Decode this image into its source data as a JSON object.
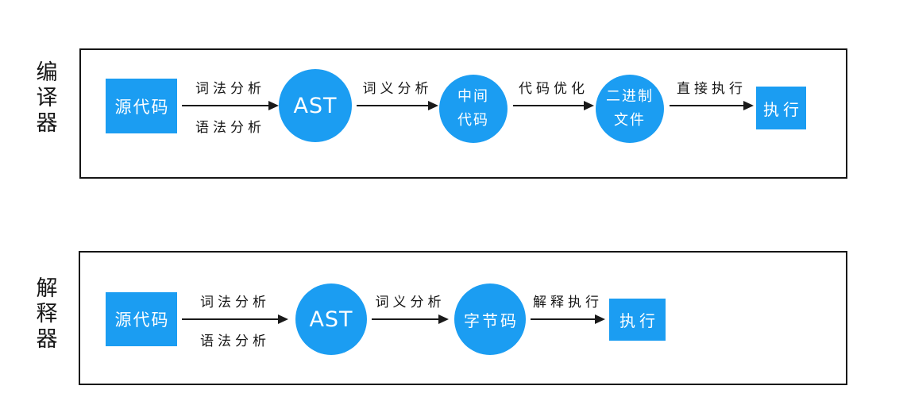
{
  "colors": {
    "node_fill": "#1b9df2",
    "node_text": "#ffffff",
    "line_and_text": "#1a1a1a",
    "background": "#ffffff"
  },
  "diagrams": {
    "compiler": {
      "side_label": "编译器",
      "source_node": "源代码",
      "ast_node": "AST",
      "intermediate_line1": "中间",
      "intermediate_line2": "代码",
      "binary_line1": "二进制",
      "binary_line2": "文件",
      "exec_node": "执行",
      "arrow1_top": "词法分析",
      "arrow1_bottom": "语法分析",
      "arrow2_label": "词义分析",
      "arrow3_label": "代码优化",
      "arrow4_label": "直接执行"
    },
    "interpreter": {
      "side_label": "解释器",
      "source_node": "源代码",
      "ast_node": "AST",
      "bytecode_node": "字节码",
      "exec_node": "执行",
      "arrow1_top": "词法分析",
      "arrow1_bottom": "语法分析",
      "arrow2_label": "词义分析",
      "arrow3_label": "解释执行"
    }
  }
}
